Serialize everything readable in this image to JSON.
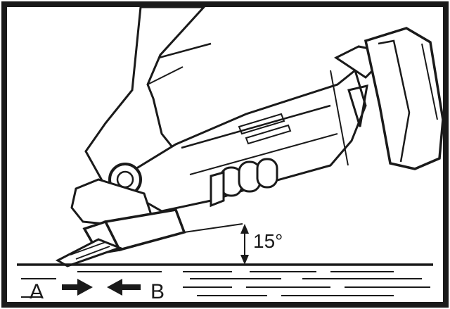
{
  "figure": {
    "angle_label": "15°",
    "label_a": "A",
    "label_b": "B"
  },
  "colors": {
    "ink": "#1a1a1a",
    "paper": "#ffffff"
  },
  "icons": [
    "arrow-right-icon",
    "arrow-left-icon"
  ]
}
